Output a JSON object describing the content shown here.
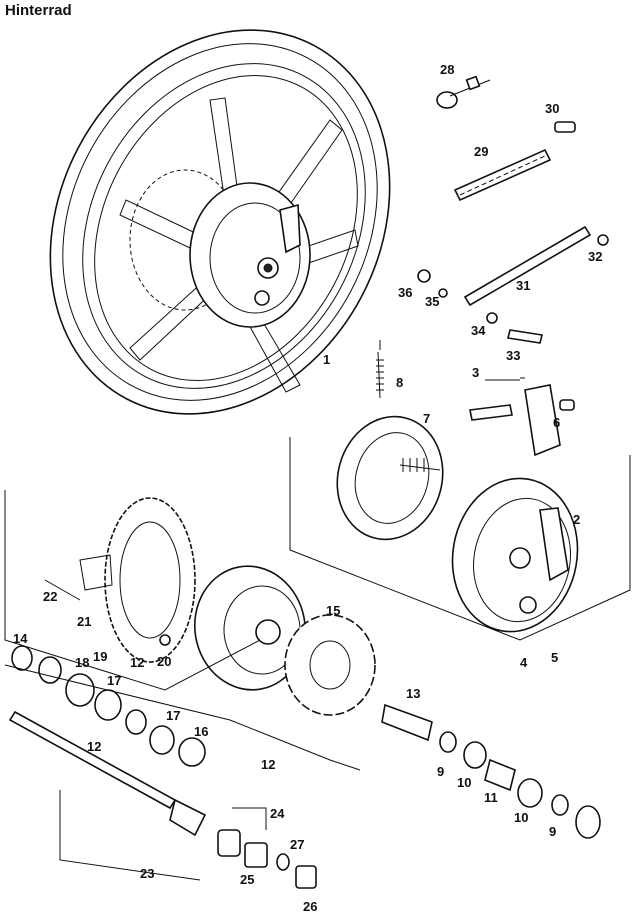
{
  "title": "Hinterrad",
  "labels": [
    {
      "key": "p1",
      "text": "1"
    },
    {
      "key": "p2",
      "text": "2"
    },
    {
      "key": "p3",
      "text": "3"
    },
    {
      "key": "p4",
      "text": "4"
    },
    {
      "key": "p5",
      "text": "5"
    },
    {
      "key": "p6",
      "text": "6"
    },
    {
      "key": "p7",
      "text": "7"
    },
    {
      "key": "p8",
      "text": "8"
    },
    {
      "key": "p9a",
      "text": "9"
    },
    {
      "key": "p9b",
      "text": "9"
    },
    {
      "key": "p10a",
      "text": "10"
    },
    {
      "key": "p10b",
      "text": "10"
    },
    {
      "key": "p11",
      "text": "11"
    },
    {
      "key": "p12a",
      "text": "12"
    },
    {
      "key": "p12b",
      "text": "12"
    },
    {
      "key": "p12c",
      "text": "12"
    },
    {
      "key": "p13",
      "text": "13"
    },
    {
      "key": "p14",
      "text": "14"
    },
    {
      "key": "p15",
      "text": "15"
    },
    {
      "key": "p16",
      "text": "16"
    },
    {
      "key": "p17a",
      "text": "17"
    },
    {
      "key": "p17b",
      "text": "17"
    },
    {
      "key": "p18",
      "text": "18"
    },
    {
      "key": "p19",
      "text": "19"
    },
    {
      "key": "p20",
      "text": "20"
    },
    {
      "key": "p21",
      "text": "21"
    },
    {
      "key": "p22",
      "text": "22"
    },
    {
      "key": "p23",
      "text": "23"
    },
    {
      "key": "p24",
      "text": "24"
    },
    {
      "key": "p25",
      "text": "25"
    },
    {
      "key": "p26",
      "text": "26"
    },
    {
      "key": "p27",
      "text": "27"
    },
    {
      "key": "p28",
      "text": "28"
    },
    {
      "key": "p29",
      "text": "29"
    },
    {
      "key": "p30",
      "text": "30"
    },
    {
      "key": "p31",
      "text": "31"
    },
    {
      "key": "p32",
      "text": "32"
    },
    {
      "key": "p33",
      "text": "33"
    },
    {
      "key": "p34",
      "text": "34"
    },
    {
      "key": "p35",
      "text": "35"
    },
    {
      "key": "p36",
      "text": "36"
    }
  ]
}
